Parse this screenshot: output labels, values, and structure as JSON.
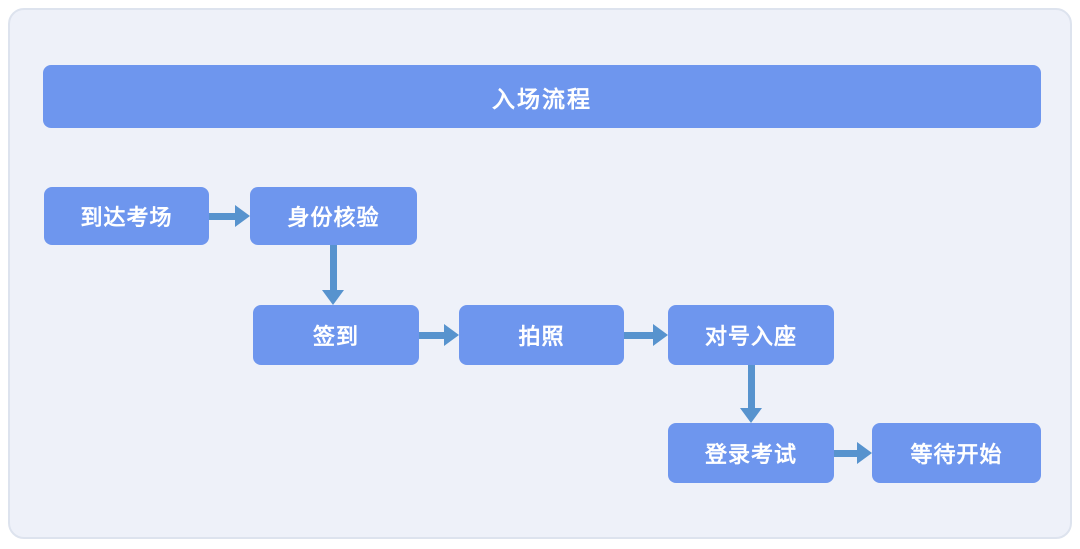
{
  "diagram": {
    "title": "入场流程",
    "nodes": [
      {
        "id": "arrive",
        "label": "到达考场"
      },
      {
        "id": "identity",
        "label": "身份核验"
      },
      {
        "id": "signin",
        "label": "签到"
      },
      {
        "id": "photo",
        "label": "拍照"
      },
      {
        "id": "seat",
        "label": "对号入座"
      },
      {
        "id": "login",
        "label": "登录考试"
      },
      {
        "id": "wait",
        "label": "等待开始"
      }
    ],
    "edges": [
      {
        "from": "到达考场",
        "to": "身份核验",
        "direction": "right"
      },
      {
        "from": "身份核验",
        "to": "签到",
        "direction": "down"
      },
      {
        "from": "签到",
        "to": "拍照",
        "direction": "right"
      },
      {
        "from": "拍照",
        "to": "对号入座",
        "direction": "right"
      },
      {
        "from": "对号入座",
        "to": "登录考试",
        "direction": "down"
      },
      {
        "from": "登录考试",
        "to": "等待开始",
        "direction": "right"
      }
    ],
    "colors": {
      "node_fill": "#6e96ee",
      "arrow": "#5793ce",
      "canvas_background": "#eef1f9",
      "canvas_border": "#dde3ee",
      "text": "#ffffff",
      "page_background": "#ffffff"
    }
  }
}
